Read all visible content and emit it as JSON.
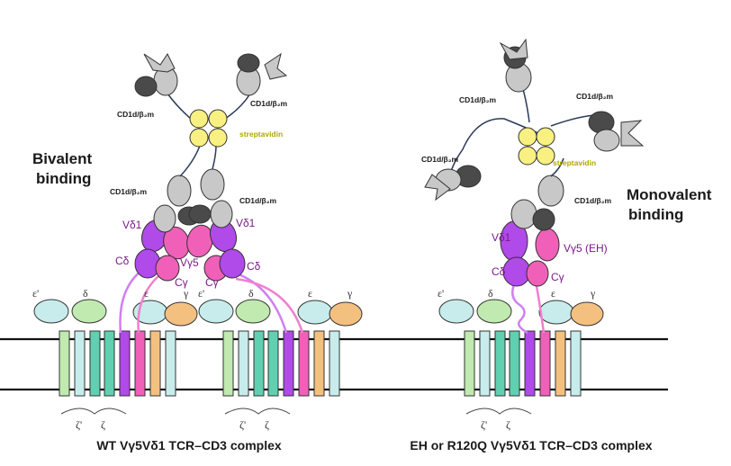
{
  "labels": {
    "bivalent": [
      "Bivalent",
      "binding"
    ],
    "monovalent": [
      "Monovalent",
      "binding"
    ],
    "cd1d": "CD1d/β₂m",
    "streptavidin": "streptavidin",
    "vd1": "Vδ1",
    "vg5": "Vγ5",
    "vg5_eh": "Vγ5 (EH)",
    "cd": "Cδ",
    "cg": "Cγ",
    "eps_prime": "ε'",
    "delta": "δ",
    "epsilon": "ε",
    "gamma": "γ",
    "zeta_prime": "ζ'",
    "zeta": "ζ"
  },
  "captions": {
    "left": "WT Vγ5Vδ1 TCR–CD3 complex",
    "right": "EH or R120Q Vγ5Vδ1 TCR–CD3 complex"
  },
  "colors": {
    "tcr_delta": "#b04ae8",
    "tcr_gamma": "#f060b8",
    "streptavidin": "#f8f080",
    "cd1d_light": "#c8c8c8",
    "cd1d_dark": "#4a4a4a",
    "cd3_epsilon_prime": "#c8ecec",
    "cd3_delta": "#c0eab0",
    "cd3_epsilon": "#c8ecec",
    "cd3_gamma": "#f4c080",
    "membrane": "#111111"
  }
}
